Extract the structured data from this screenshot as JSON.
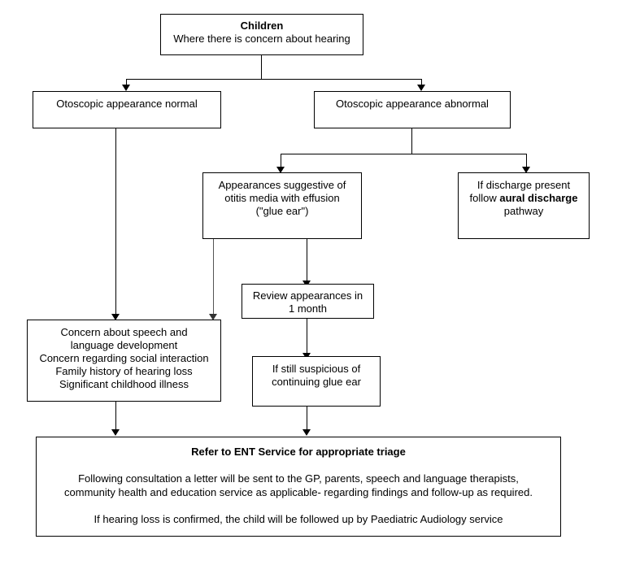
{
  "diagram": {
    "title_node": {
      "heading": "Children",
      "subtitle": "Where there is concern about hearing"
    },
    "nodes": {
      "otoscopic_normal": "Otoscopic appearance normal",
      "otoscopic_abnormal": "Otoscopic appearance abnormal",
      "glue_ear": "Appearances suggestive of\notitis media with effusion\n(\"glue ear\")",
      "discharge_line1": "If discharge present",
      "discharge_line2_prefix": "follow ",
      "discharge_line2_bold": "aural discharge",
      "discharge_line3": "pathway",
      "review": "Review appearances in\n1 month",
      "still_suspicious": "If still suspicious of\ncontinuing glue ear",
      "concerns": "Concern about speech and\nlanguage development\nConcern regarding social interaction\nFamily history of hearing loss\nSignificant childhood illness"
    },
    "outcome": {
      "title": "Refer to ENT Service for appropriate triage",
      "paragraph1": "Following consultation a letter will be sent to the GP, parents, speech and language therapists,\ncommunity health and education service as applicable- regarding findings and follow-up as required.",
      "paragraph2": "If hearing loss is confirmed, the child will be followed up by Paediatric Audiology service"
    },
    "colors": {
      "background": "#ffffff",
      "border": "#000000",
      "text": "#000000",
      "connector": "#000000",
      "connector_grey": "#555555"
    }
  }
}
